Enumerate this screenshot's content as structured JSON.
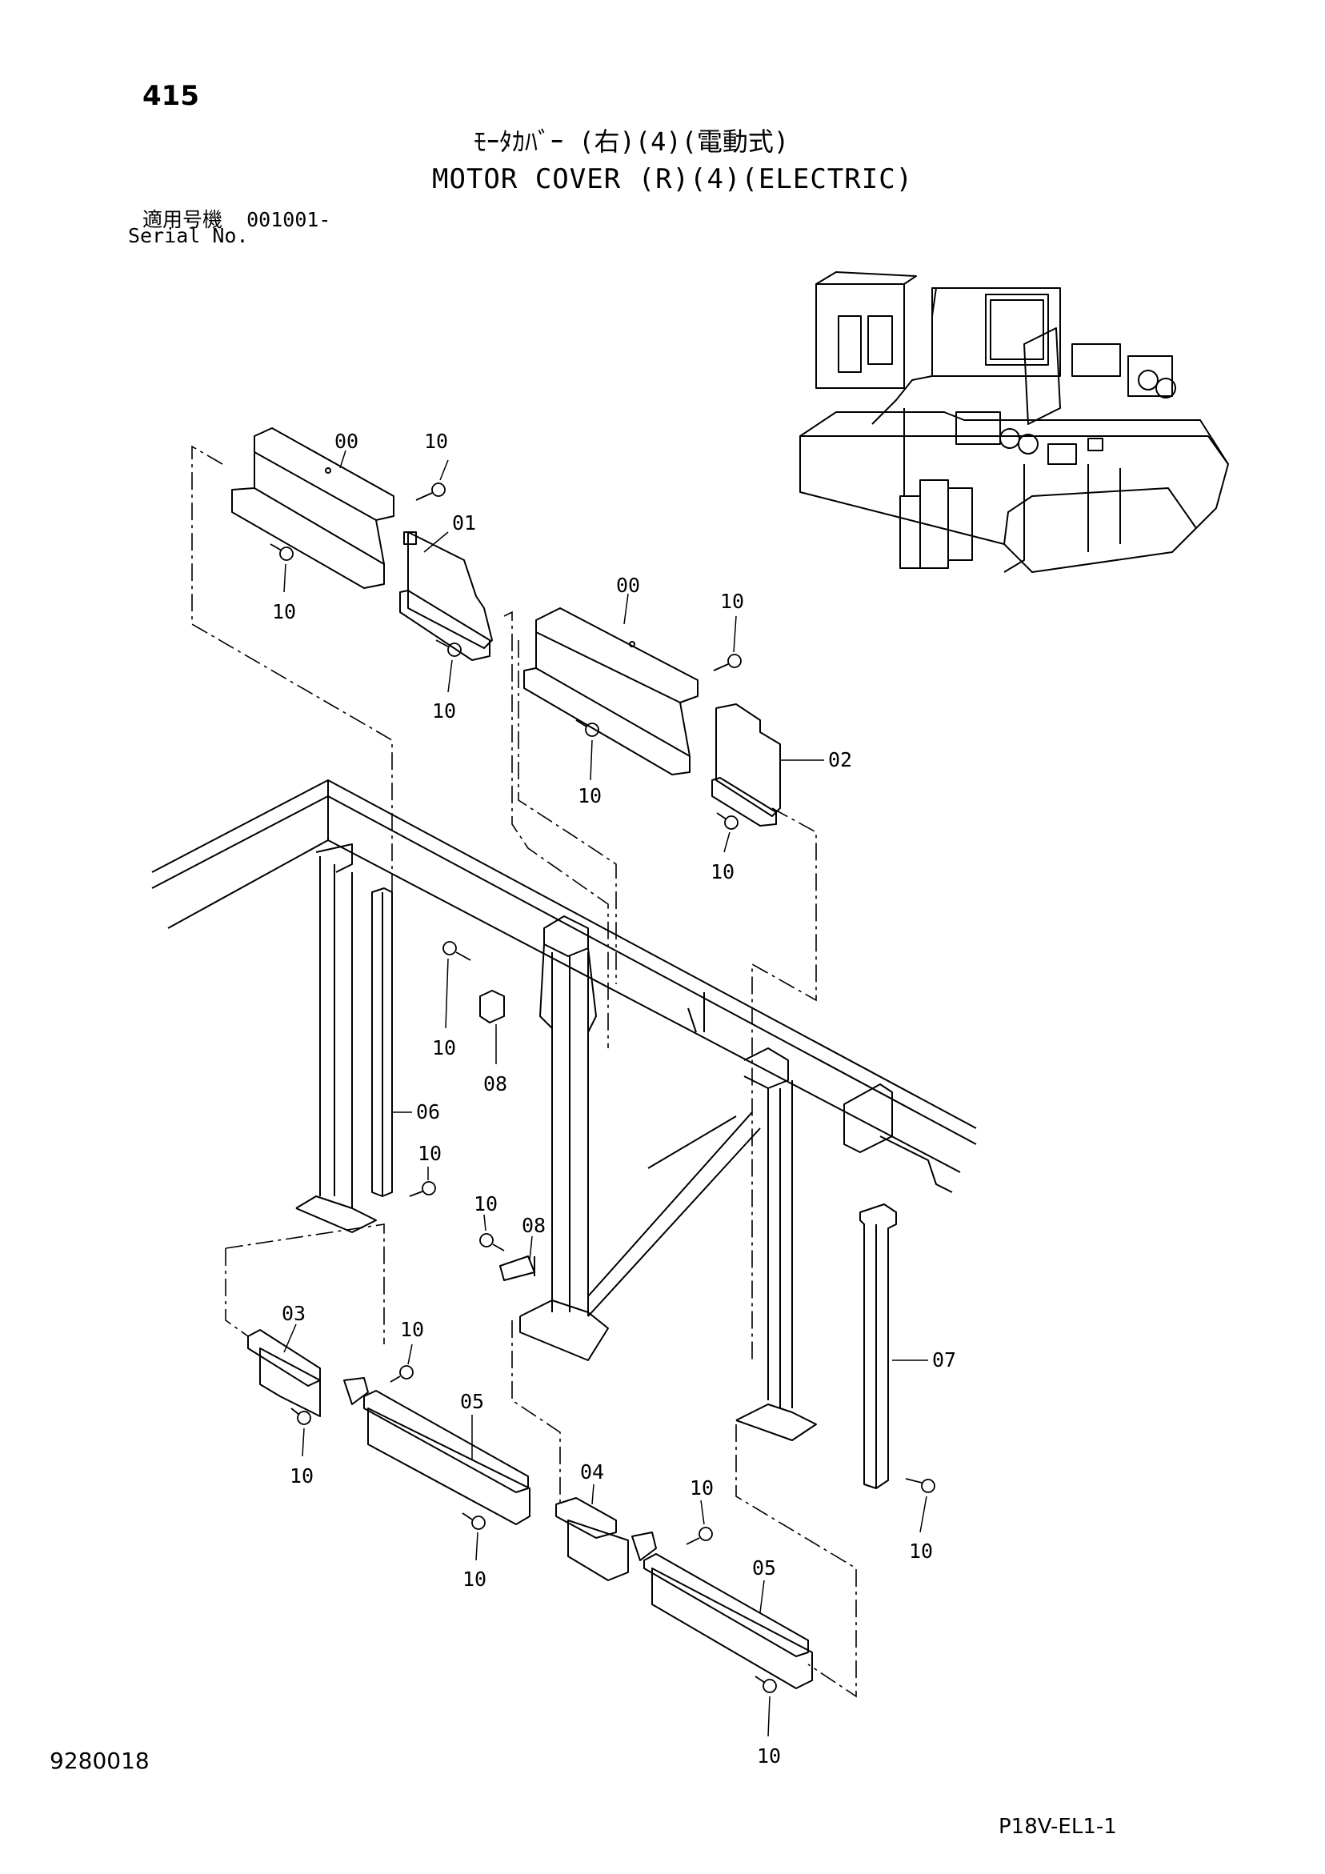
{
  "header": {
    "page_number": "415",
    "title_jp": "ﾓｰﾀｶﾊﾞｰ (右)(4)(電動式)",
    "title_en": "MOTOR COVER (R)(4)(ELECTRIC)",
    "serial_label_jp": "適用号機",
    "serial_value": "001001-",
    "serial_label_en": "Serial No."
  },
  "footer": {
    "doc_number": "9280018",
    "sheet_code": "P18V-EL1-1"
  },
  "callouts": {
    "c00a": "00",
    "c00b": "00",
    "c01": "01",
    "c02": "02",
    "c03": "03",
    "c04": "04",
    "c05a": "05",
    "c05b": "05",
    "c06": "06",
    "c07": "07",
    "c08a": "08",
    "c08b": "08",
    "c10a": "10",
    "c10b": "10",
    "c10c": "10",
    "c10d": "10",
    "c10e": "10",
    "c10f": "10",
    "c10g": "10",
    "c10h": "10",
    "c10i": "10",
    "c10j": "10",
    "c10k": "10",
    "c10l": "10",
    "c10m": "10",
    "c10n": "10",
    "c10o": "10"
  }
}
